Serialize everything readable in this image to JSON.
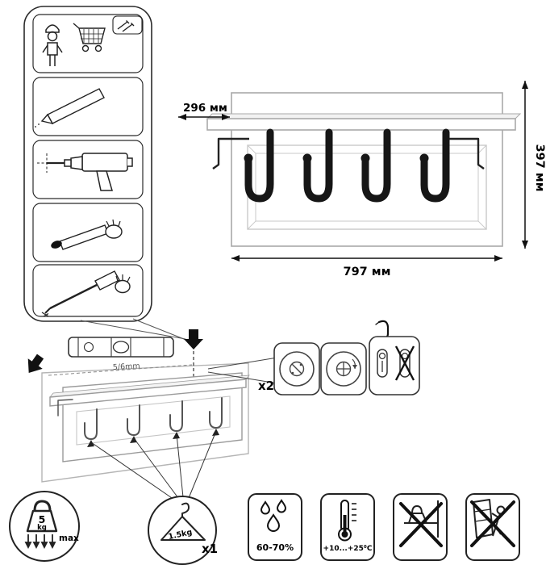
{
  "dimensions": {
    "depth": "296 мм",
    "height": "397 мм",
    "width": "797 мм"
  },
  "installation": {
    "drill_hint": "5/6mm",
    "fasteners_count": "x2"
  },
  "load": {
    "max_total_value": "5",
    "max_total_unit": "kg",
    "max_label": "max",
    "per_hook_weight": "1.5kg",
    "per_hook_count": "x1"
  },
  "environment": {
    "humidity": "60-70%",
    "temperature": "+10...+25⁰C"
  },
  "icons": {
    "tools": [
      "worker-with-cart",
      "pencil",
      "drill",
      "dowel-glue",
      "screwdriver-mount"
    ],
    "details": [
      "screw-cam-a",
      "screw-cam-b",
      "bracket-ok-no"
    ],
    "limits": [
      "max-weight",
      "hanger-per-hook"
    ],
    "environment": [
      "humidity-drops",
      "temperature-range",
      "no-heavy-load",
      "no-pushing"
    ]
  }
}
